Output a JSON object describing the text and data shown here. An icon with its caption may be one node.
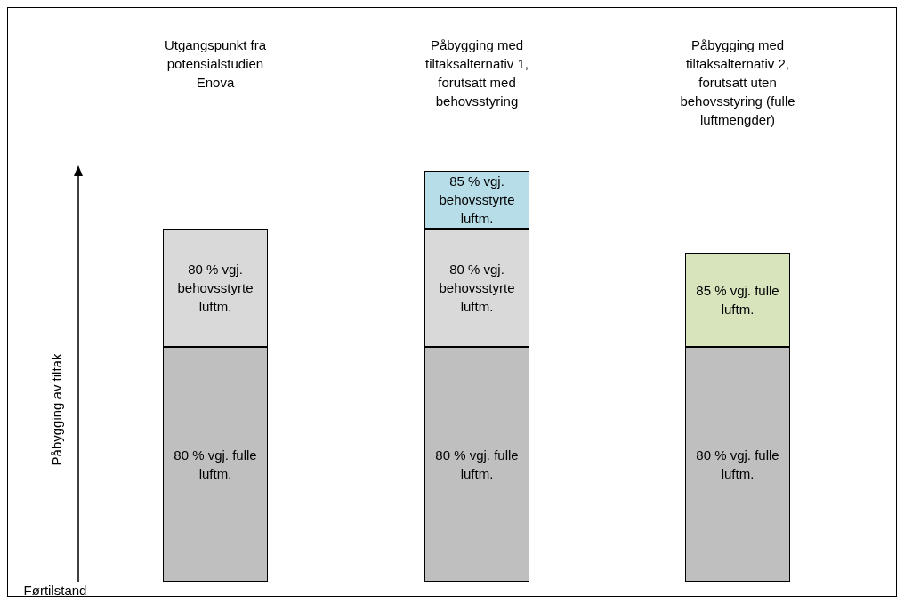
{
  "diagram": {
    "nodes": [
      {
        "text": [
          "80 % vgj. behovsstyrte luftm."
        ]
      },
      {
        "text": [
          "80 % vgj. fulle luftm."
        ]
      },
      {
        "text": [
          "85 % vgj. behovsstyrte luftm."
        ]
      },
      {
        "text": [
          "80 % vgj. behovsstyrte luftm."
        ]
      },
      {
        "text": [
          "80 % vgj. fulle luftm."
        ]
      },
      {
        "text": [
          "85 % vgj. fulle luftm."
        ]
      },
      {
        "text": [
          "80 % vgj. fulle luftm."
        ]
      }
    ],
    "labels": [
      "Utgangspunkt fra potensialstudien Enova",
      "Påbygging med tiltaksalternativ 1, forutsatt med behovsstyring",
      "Påbygging med tiltaksalternativ 2, forutsatt uten behovsstyring (fulle luftmengder)",
      "Påbygging av tiltak",
      "Førtilstand"
    ]
  }
}
